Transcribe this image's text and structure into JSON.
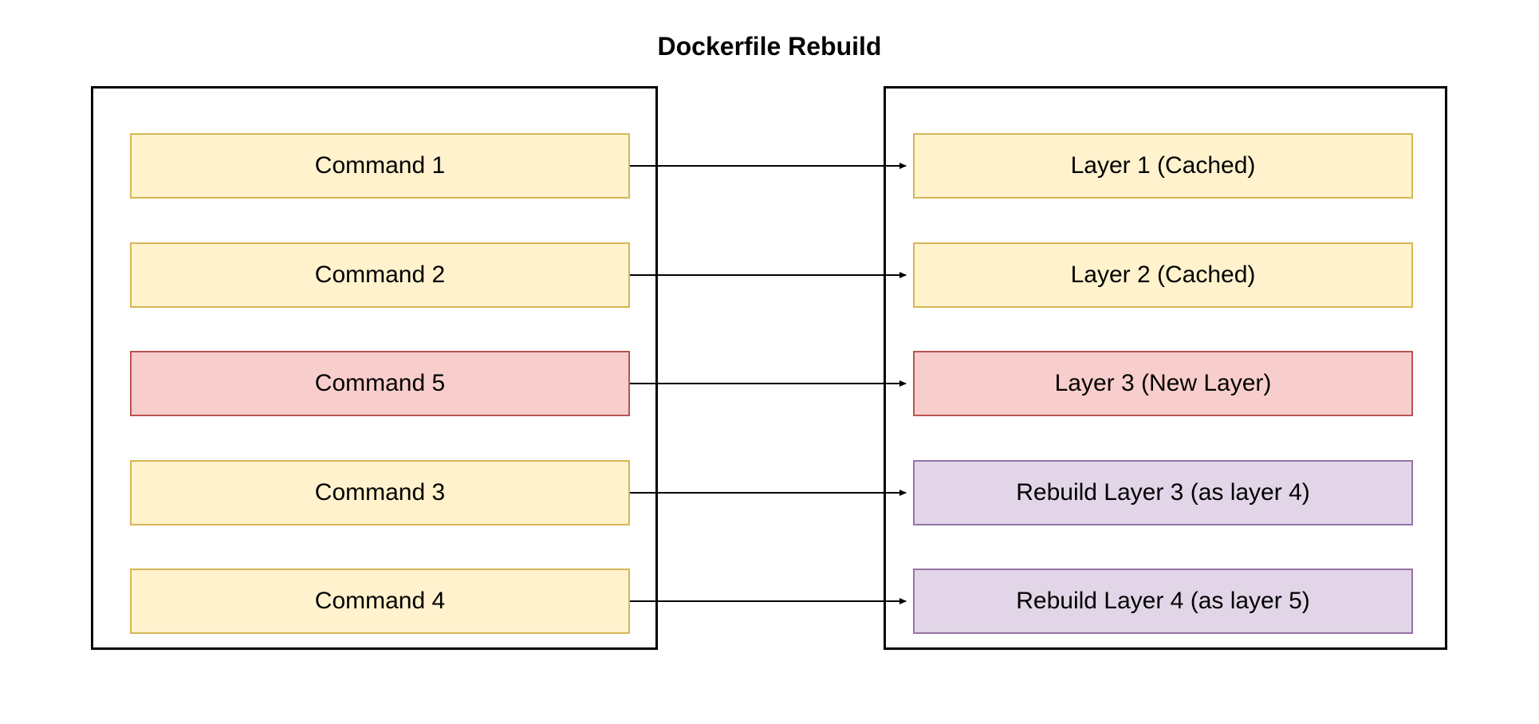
{
  "title": "Dockerfile Rebuild",
  "colors": {
    "cached_fill": "#FFF2CC",
    "cached_border": "#D6B656",
    "new_layer_fill": "#F8CECC",
    "new_layer_border": "#B85450",
    "rebuild_fill": "#E1D5E7",
    "rebuild_border": "#9673A6",
    "container_border": "#000000",
    "arrow": "#000000",
    "text": "#000000",
    "background": "#FFFFFF"
  },
  "rows": [
    {
      "command": "Command 1",
      "command_type": "cached",
      "layer": "Layer 1 (Cached)",
      "layer_type": "cached"
    },
    {
      "command": "Command 2",
      "command_type": "cached",
      "layer": "Layer 2 (Cached)",
      "layer_type": "cached"
    },
    {
      "command": "Command 5",
      "command_type": "new",
      "layer": "Layer 3 (New Layer)",
      "layer_type": "new"
    },
    {
      "command": "Command 3",
      "command_type": "cached",
      "layer": "Rebuild Layer 3 (as layer 4)",
      "layer_type": "rebuild"
    },
    {
      "command": "Command 4",
      "command_type": "cached",
      "layer": "Rebuild Layer 4 (as layer 5)",
      "layer_type": "rebuild"
    }
  ]
}
